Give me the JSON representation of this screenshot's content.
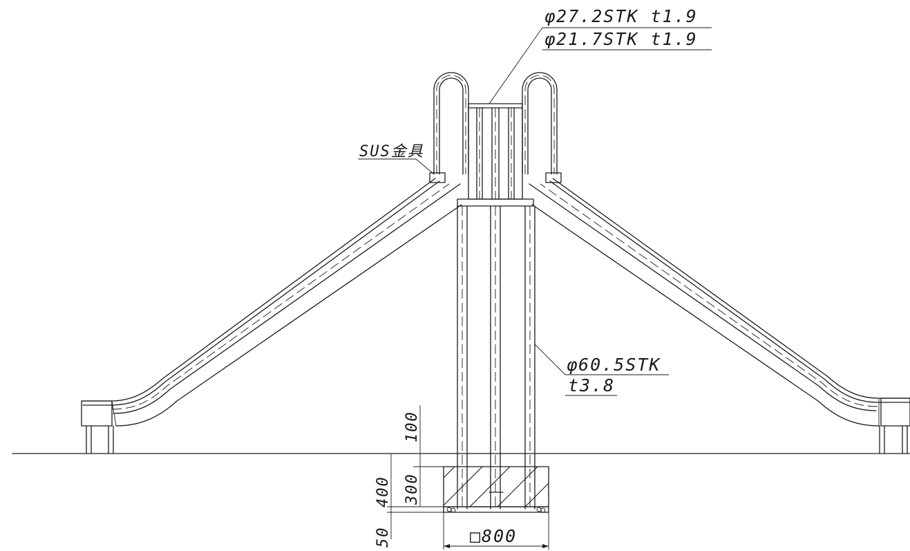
{
  "annotations": {
    "top_pipe_1": "φ27.2STK t1.9",
    "top_pipe_2": "φ21.7STK t1.9",
    "sus_fitting": "SUS金具",
    "main_post_1": "φ60.5STK",
    "main_post_2": "t3.8"
  },
  "dimensions": {
    "above_ground": "100",
    "total_depth": "400",
    "foundation_depth": "300",
    "base_layer": "50",
    "foundation_width": "□800"
  }
}
